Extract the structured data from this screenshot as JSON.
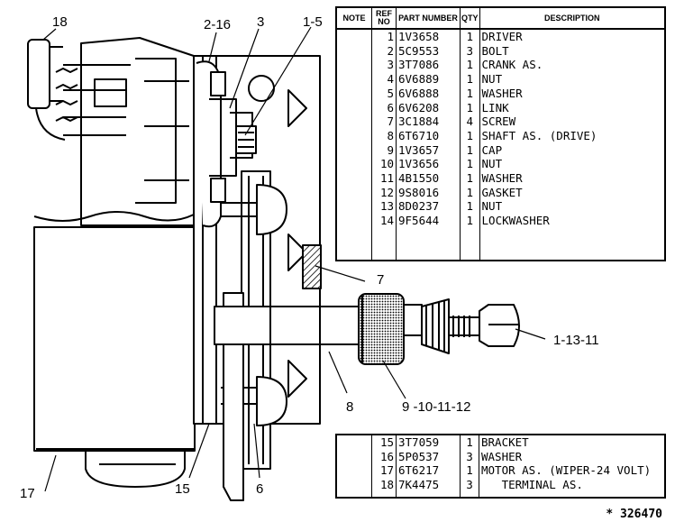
{
  "callouts": {
    "c18": "18",
    "c2_16": "2-16",
    "c3": "3",
    "c1_5": "1-5",
    "c7": "7",
    "c1_13_11": "1-13-11",
    "c8": "8",
    "c9_12": "9 -10-11-12",
    "c17": "17",
    "c15": "15",
    "c6": "6"
  },
  "parts_table": {
    "headers": {
      "note": "NOTE",
      "ref_no": "REF NO",
      "part_number": "PART NUMBER",
      "qty": "QTY",
      "description": "DESCRIPTION"
    },
    "rows": [
      {
        "ref": "1",
        "part": "1V3658",
        "qty": "1",
        "desc": "DRIVER"
      },
      {
        "ref": "2",
        "part": "5C9553",
        "qty": "3",
        "desc": "BOLT"
      },
      {
        "ref": "3",
        "part": "3T7086",
        "qty": "1",
        "desc": "CRANK AS."
      },
      {
        "ref": "4",
        "part": "6V6889",
        "qty": "1",
        "desc": "NUT"
      },
      {
        "ref": "5",
        "part": "6V6888",
        "qty": "1",
        "desc": "WASHER"
      },
      {
        "ref": "6",
        "part": "6V6208",
        "qty": "1",
        "desc": "LINK"
      },
      {
        "ref": "7",
        "part": "3C1884",
        "qty": "4",
        "desc": "SCREW"
      },
      {
        "ref": "8",
        "part": "6T6710",
        "qty": "1",
        "desc": "SHAFT AS. (DRIVE)"
      },
      {
        "ref": "9",
        "part": "1V3657",
        "qty": "1",
        "desc": "CAP"
      },
      {
        "ref": "10",
        "part": "1V3656",
        "qty": "1",
        "desc": "NUT"
      },
      {
        "ref": "11",
        "part": "4B1550",
        "qty": "1",
        "desc": "WASHER"
      },
      {
        "ref": "12",
        "part": "9S8016",
        "qty": "1",
        "desc": "GASKET"
      },
      {
        "ref": "13",
        "part": "8D0237",
        "qty": "1",
        "desc": "NUT"
      },
      {
        "ref": "14",
        "part": "9F5644",
        "qty": "1",
        "desc": "LOCKWASHER"
      }
    ],
    "rows_bottom": [
      {
        "ref": "15",
        "part": "3T7059",
        "qty": "1",
        "desc": "BRACKET"
      },
      {
        "ref": "16",
        "part": "5P0537",
        "qty": "3",
        "desc": "WASHER"
      },
      {
        "ref": "17",
        "part": "6T6217",
        "qty": "1",
        "desc": "MOTOR AS. (WIPER-24 VOLT)"
      },
      {
        "ref": "18",
        "part": "7K4475",
        "qty": "3",
        "desc": "   TERMINAL AS."
      }
    ]
  },
  "figure_id": "* 326470"
}
